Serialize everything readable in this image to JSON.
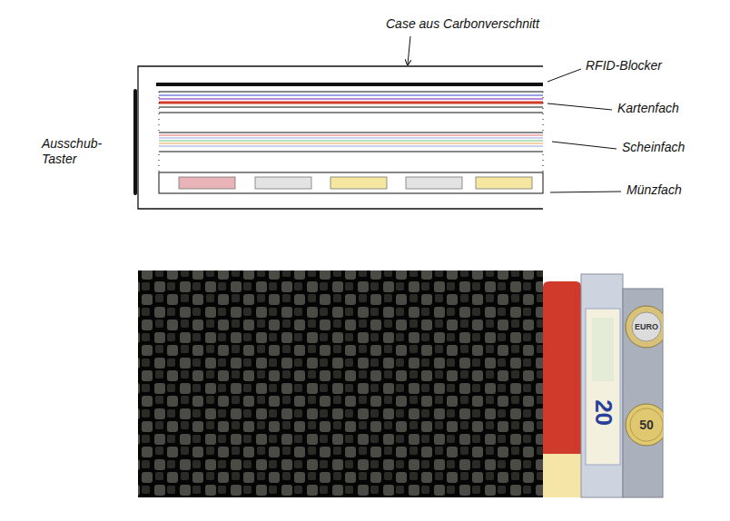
{
  "diagram": {
    "labels": [
      "Case aus Carbonverschnitt",
      "RFID-Blocker",
      "Kartenfach",
      "Scheinfach",
      "Münzfach",
      "Ausschub-Taster",
      "EURO",
      "20",
      "50"
    ]
  }
}
